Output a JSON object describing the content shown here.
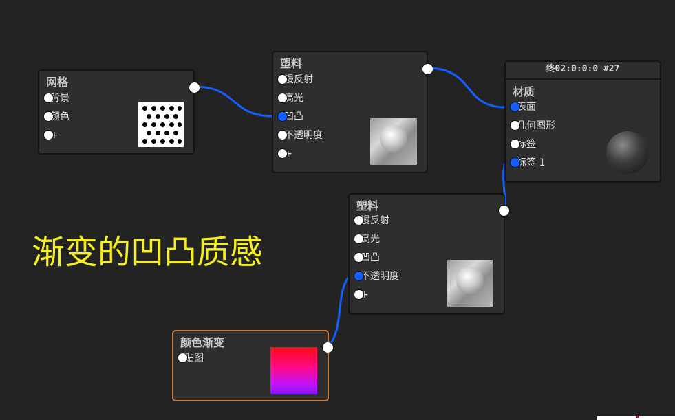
{
  "caption": "渐变的凹凸质感",
  "nodes": {
    "grid": {
      "title": "网格",
      "inputs": [
        "背景",
        "颜色",
        "+"
      ]
    },
    "plastic1": {
      "title": "塑料",
      "inputs": [
        "漫反射",
        "高光",
        "凹凸",
        "不透明度",
        "+"
      ]
    },
    "material": {
      "header": "终02:0:0:0 #27",
      "title": "材质",
      "inputs": [
        "表面",
        "几何图形",
        "标签",
        "标签 1"
      ]
    },
    "plastic2": {
      "title": "塑料",
      "inputs": [
        "漫反射",
        "高光",
        "凹凸",
        "不透明度",
        "+"
      ]
    },
    "gradient": {
      "title": "颜色渐变",
      "inputs": [
        "贴图"
      ]
    }
  },
  "colors": {
    "background": "#232323",
    "node": "#2e2e2e",
    "wire": "#1460ff",
    "selected_border": "#c87a3a",
    "caption": "#f7ef1c"
  }
}
